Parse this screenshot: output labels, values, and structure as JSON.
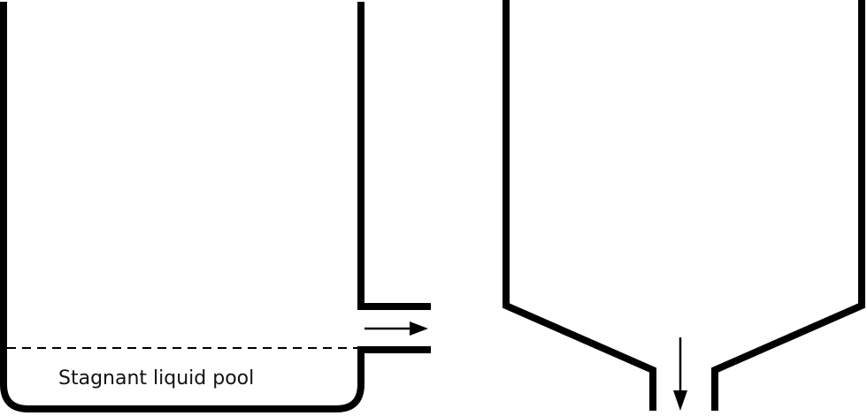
{
  "diagram": {
    "left_vessel": {
      "label": "Stagnant liquid pool",
      "outlet_flow_direction": "right"
    },
    "right_vessel": {
      "outlet_flow_direction": "down"
    },
    "colors": {
      "stroke": "#000000",
      "background": "#ffffff"
    }
  }
}
